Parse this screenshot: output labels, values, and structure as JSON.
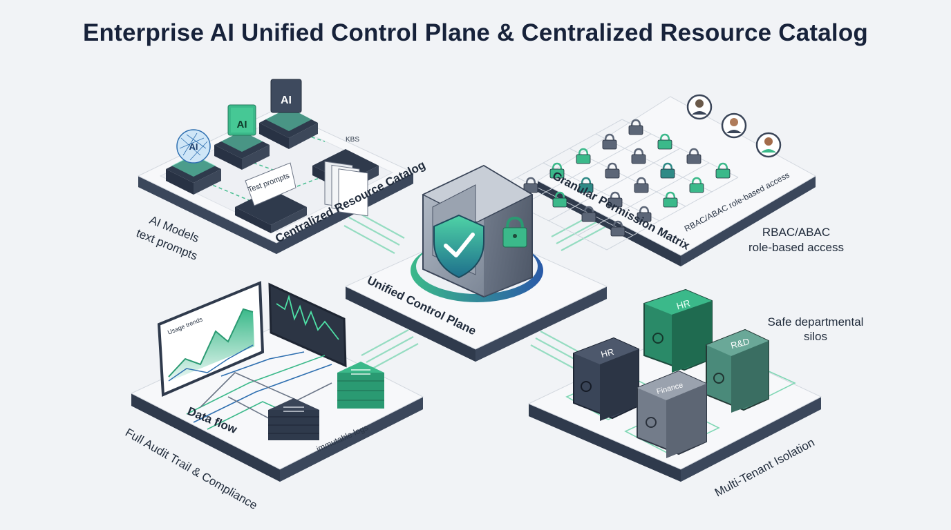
{
  "title": "Enterprise AI Unified Control Plane & Centralized Resource Catalog",
  "center": {
    "label": "Unified Control Plane"
  },
  "catalog": {
    "label": "Centralized Resource Catalog",
    "ai_chip": "AI",
    "ai_chip2": "AI",
    "ai_neural": "AI",
    "prompt_card": "Test prompts",
    "kb_doc": "KBS",
    "side_label_1": "AI Models",
    "side_label_2": "text prompts"
  },
  "permissions": {
    "label": "Granular Permission Matrix",
    "inner_label": "RBAC/ABAC role-based access",
    "side_label_1": "RBAC/ABAC",
    "side_label_2": "role-based access",
    "lock_grid": [
      [
        "gray",
        "green",
        "gray",
        "green"
      ],
      [
        "gray",
        "gray",
        "teal",
        "green"
      ],
      [
        "green",
        "gray",
        "gray",
        "green"
      ],
      [
        "green",
        "teal",
        "gray",
        "gray"
      ],
      [
        "gray",
        "green",
        "gray",
        "gray"
      ]
    ]
  },
  "audit": {
    "label": "Full Audit Trail & Compliance",
    "data_flow": "Data flow",
    "immutable_logs": "immutable logs",
    "monitor_caption": "Usage trends"
  },
  "tenants": {
    "label": "Multi-Tenant Isolation",
    "side_label_1": "Safe departmental",
    "side_label_2": "silos",
    "vaults": [
      "HR",
      "HR",
      "R&D",
      "Finance"
    ]
  },
  "colors": {
    "accent_green": "#3bb98a",
    "dark_slate": "#3a4558",
    "platform_top": "#f7f8fa",
    "platform_rim": "#2f3a4c"
  }
}
